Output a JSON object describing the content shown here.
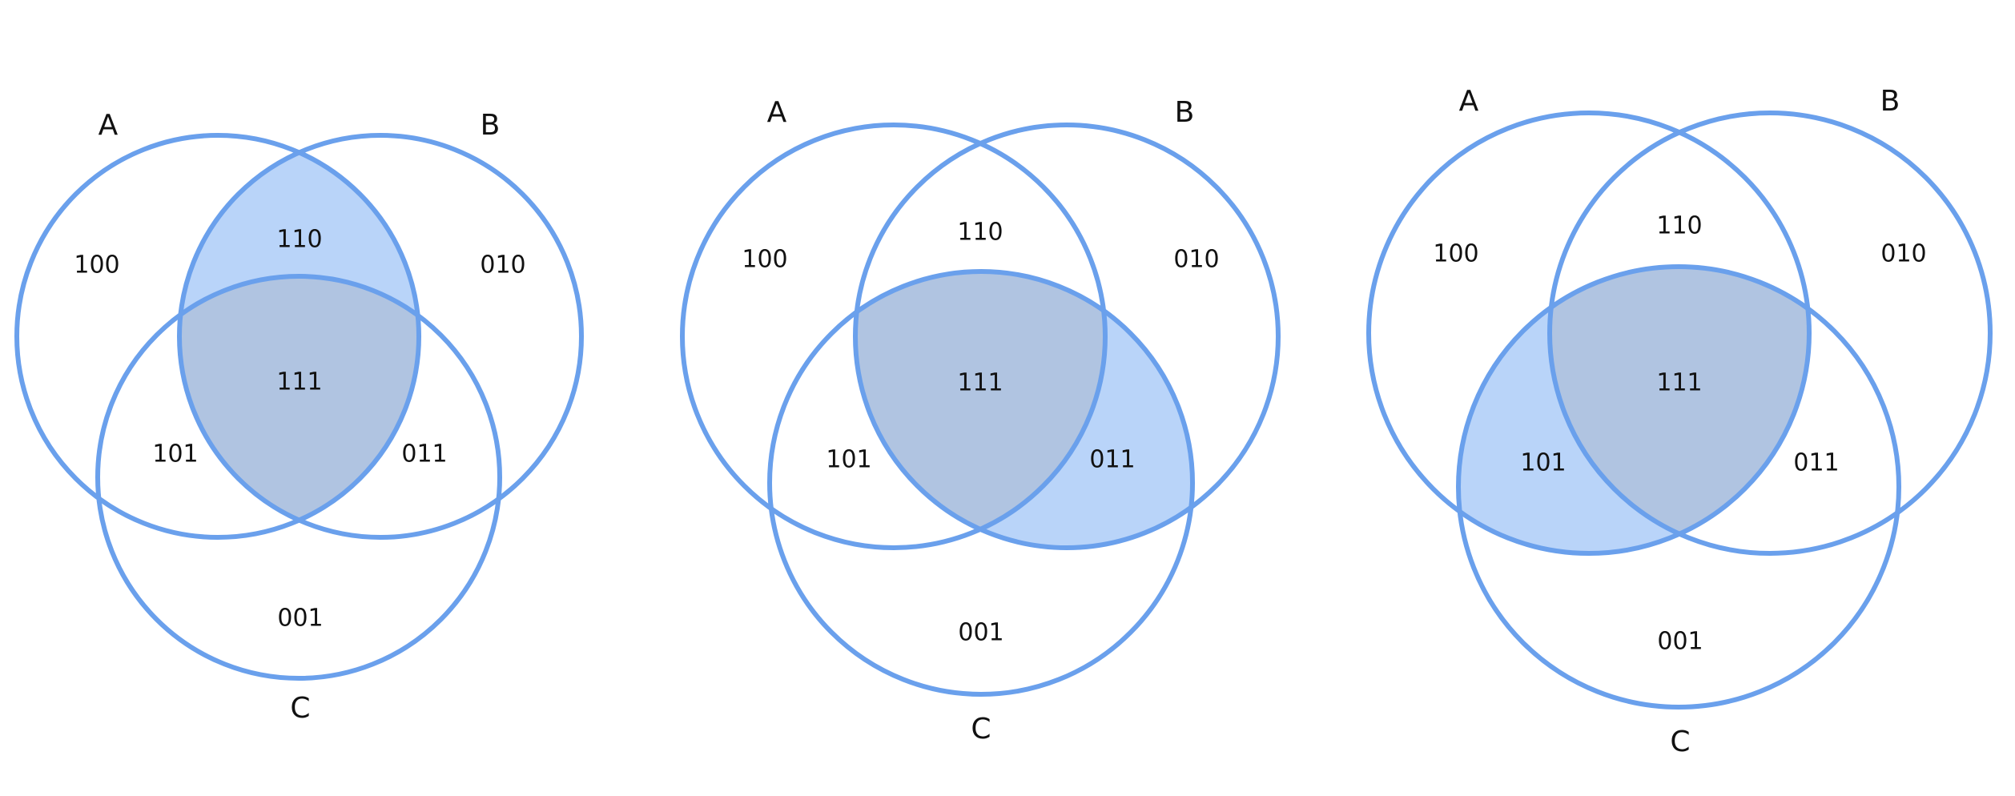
{
  "colors": {
    "stroke": "#6aa0ec",
    "fill_single": "#b9d4f9",
    "fill_triple": "#b0c4e1"
  },
  "diagrams": [
    {
      "sets": {
        "a": "A",
        "b": "B",
        "c": "C"
      },
      "regions": {
        "r100": "100",
        "r010": "010",
        "r001": "001",
        "r110": "110",
        "r101": "101",
        "r011": "011",
        "r111": "111"
      },
      "highlighted": [
        "110",
        "111"
      ]
    },
    {
      "sets": {
        "a": "A",
        "b": "B",
        "c": "C"
      },
      "regions": {
        "r100": "100",
        "r010": "010",
        "r001": "001",
        "r110": "110",
        "r101": "101",
        "r011": "011",
        "r111": "111"
      },
      "highlighted": [
        "111",
        "011"
      ]
    },
    {
      "sets": {
        "a": "A",
        "b": "B",
        "c": "C"
      },
      "regions": {
        "r100": "100",
        "r010": "010",
        "r001": "001",
        "r110": "110",
        "r101": "101",
        "r011": "011",
        "r111": "111"
      },
      "highlighted": [
        "111",
        "101"
      ]
    }
  ]
}
